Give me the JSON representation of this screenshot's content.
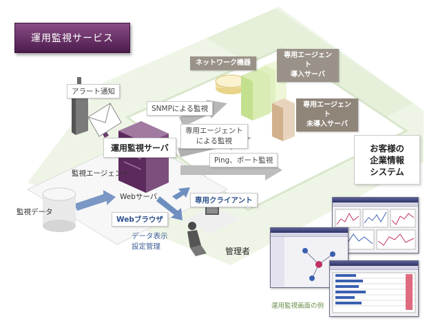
{
  "title": "運用監視サービス",
  "labels": {
    "alert": "アラート通知",
    "network_device": "ネットワーク機器",
    "agent_installed_1": "専用エージェント",
    "agent_installed_2": "導入サーバ",
    "agent_not_installed_1": "専用エージェント",
    "agent_not_installed_2": "未導入サーバ",
    "snmp": "SNMPによる監視",
    "agent_monitor_1": "専用エージェント",
    "agent_monitor_2": "による監視",
    "monitoring_server": "運用監視サーバ",
    "ping_port": "Ping、ポート監視",
    "monitoring_agent": "監視エージェント",
    "web_server": "Webサーバ",
    "dedicated_client": "専用クライアント",
    "monitoring_data": "監視データ",
    "web_browser": "Webブラウザ",
    "data_display_1": "データ表示",
    "data_display_2": "設定管理",
    "administrator": "管理者",
    "customer_system_1": "お客様の",
    "customer_system_2": "企業情報",
    "customer_system_3": "システム",
    "screen_example_caption": "運用監視画面の例"
  },
  "colors": {
    "purple": "#5c2a5c",
    "purple_light": "#8a4d85",
    "tag_gray": "#9a9288",
    "green_platform": "#e4efd8",
    "arrow_gray": "#a8a8a8",
    "arrow_blue": "#6f8fc0"
  }
}
